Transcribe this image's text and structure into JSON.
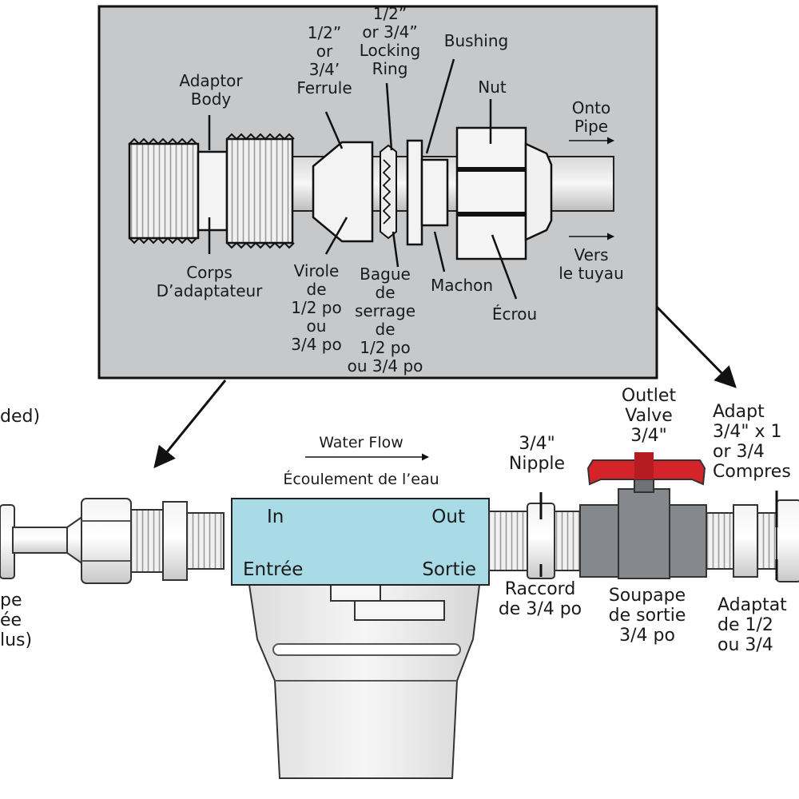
{
  "inset": {
    "labels": {
      "ferrule": [
        "1/2”",
        "or",
        "3/4’",
        "Ferrule"
      ],
      "locking_ring": [
        "1/2”",
        "or 3/4”",
        "Locking",
        "Ring"
      ],
      "bushing": [
        "Bushing"
      ],
      "adaptor_body": [
        "Adaptor",
        "Body"
      ],
      "nut": [
        "Nut"
      ],
      "onto_pipe": [
        "Onto",
        "Pipe"
      ],
      "corps": [
        "Corps",
        "D’adaptateur"
      ],
      "virole": [
        "Virole",
        "de",
        "1/2 po",
        "ou",
        "3/4 po"
      ],
      "bague": [
        "Bague",
        "de",
        "serrage",
        "de",
        "1/2 po",
        "ou 3/4 po"
      ],
      "machon": [
        "Machon"
      ],
      "ecrou": [
        "Écrou"
      ],
      "vers": [
        "Vers",
        "le tuyau"
      ]
    }
  },
  "main": {
    "left_partial_top": [
      "ded)"
    ],
    "left_partial_bottom": [
      "pe",
      "ée",
      "lus)"
    ],
    "water_flow": "Water Flow",
    "ecoulement": "Écoulement de l’eau",
    "filter": {
      "in": "In",
      "out": "Out",
      "entree": "Entrée",
      "sortie": "Sortie"
    },
    "nipple": [
      "3/4\"",
      "Nipple"
    ],
    "raccord": [
      "Raccord",
      "de 3/4 po"
    ],
    "outlet_valve": [
      "Outlet",
      "Valve",
      "3/4\""
    ],
    "soupape": [
      "Soupape",
      "de sortie",
      "3/4 po"
    ],
    "right_partial_top": [
      "Adapt",
      "3/4\" x 1",
      "or 3/4",
      "Compres"
    ],
    "right_partial_bottom": [
      "Adaptat",
      "de 1/2",
      "ou 3/4"
    ]
  },
  "colors": {
    "inset_bg": "#c6c8ca",
    "filter_head": "#a8dbe6",
    "valve_handle": "#d4242a",
    "valve_body": "#85898d",
    "fitting": "#eeeeee"
  }
}
